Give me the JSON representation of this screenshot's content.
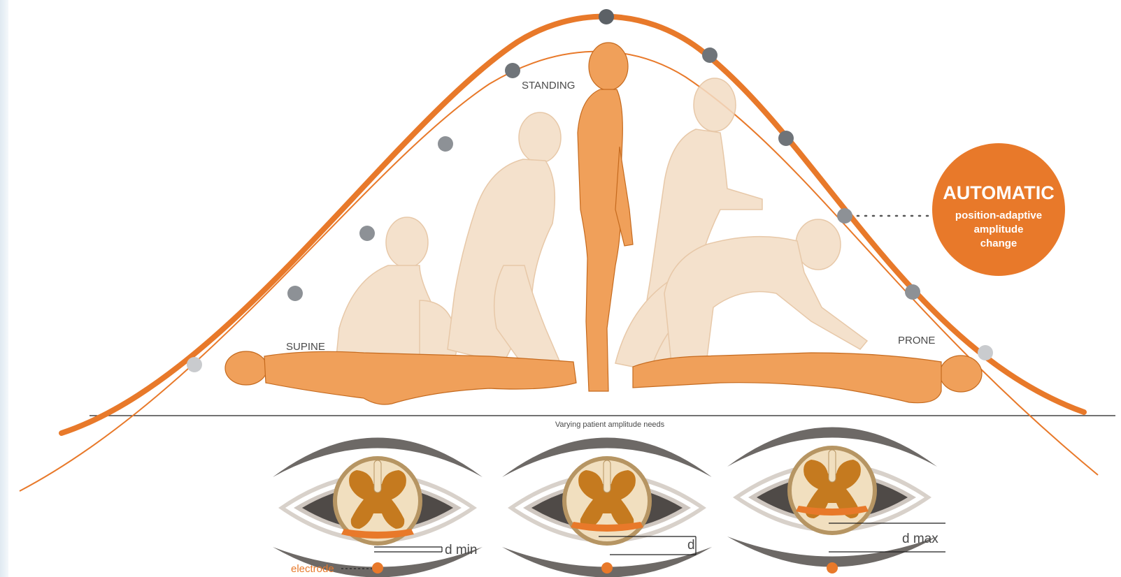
{
  "labels": {
    "standing": "STANDING",
    "supine": "SUPINE",
    "prone": "PRONE",
    "baseline": "Varying patient amplitude needs",
    "electrode": "electrode",
    "d_min": "d min",
    "d": "d",
    "d_max": "d max"
  },
  "badge": {
    "title": "AUTOMATIC",
    "line1": "position-adaptive",
    "line2": "amplitude",
    "line3": "change"
  },
  "colors": {
    "accent_orange": "#e8792a",
    "figure_orange": "#f0a05a",
    "ghost_figure": "#f3dcc4",
    "dot_gray": "#8d9196",
    "cord_outer": "#f1dfbf",
    "cord_gray_matter": "#c57a1f",
    "membrane_dark": "#5b5652"
  }
}
